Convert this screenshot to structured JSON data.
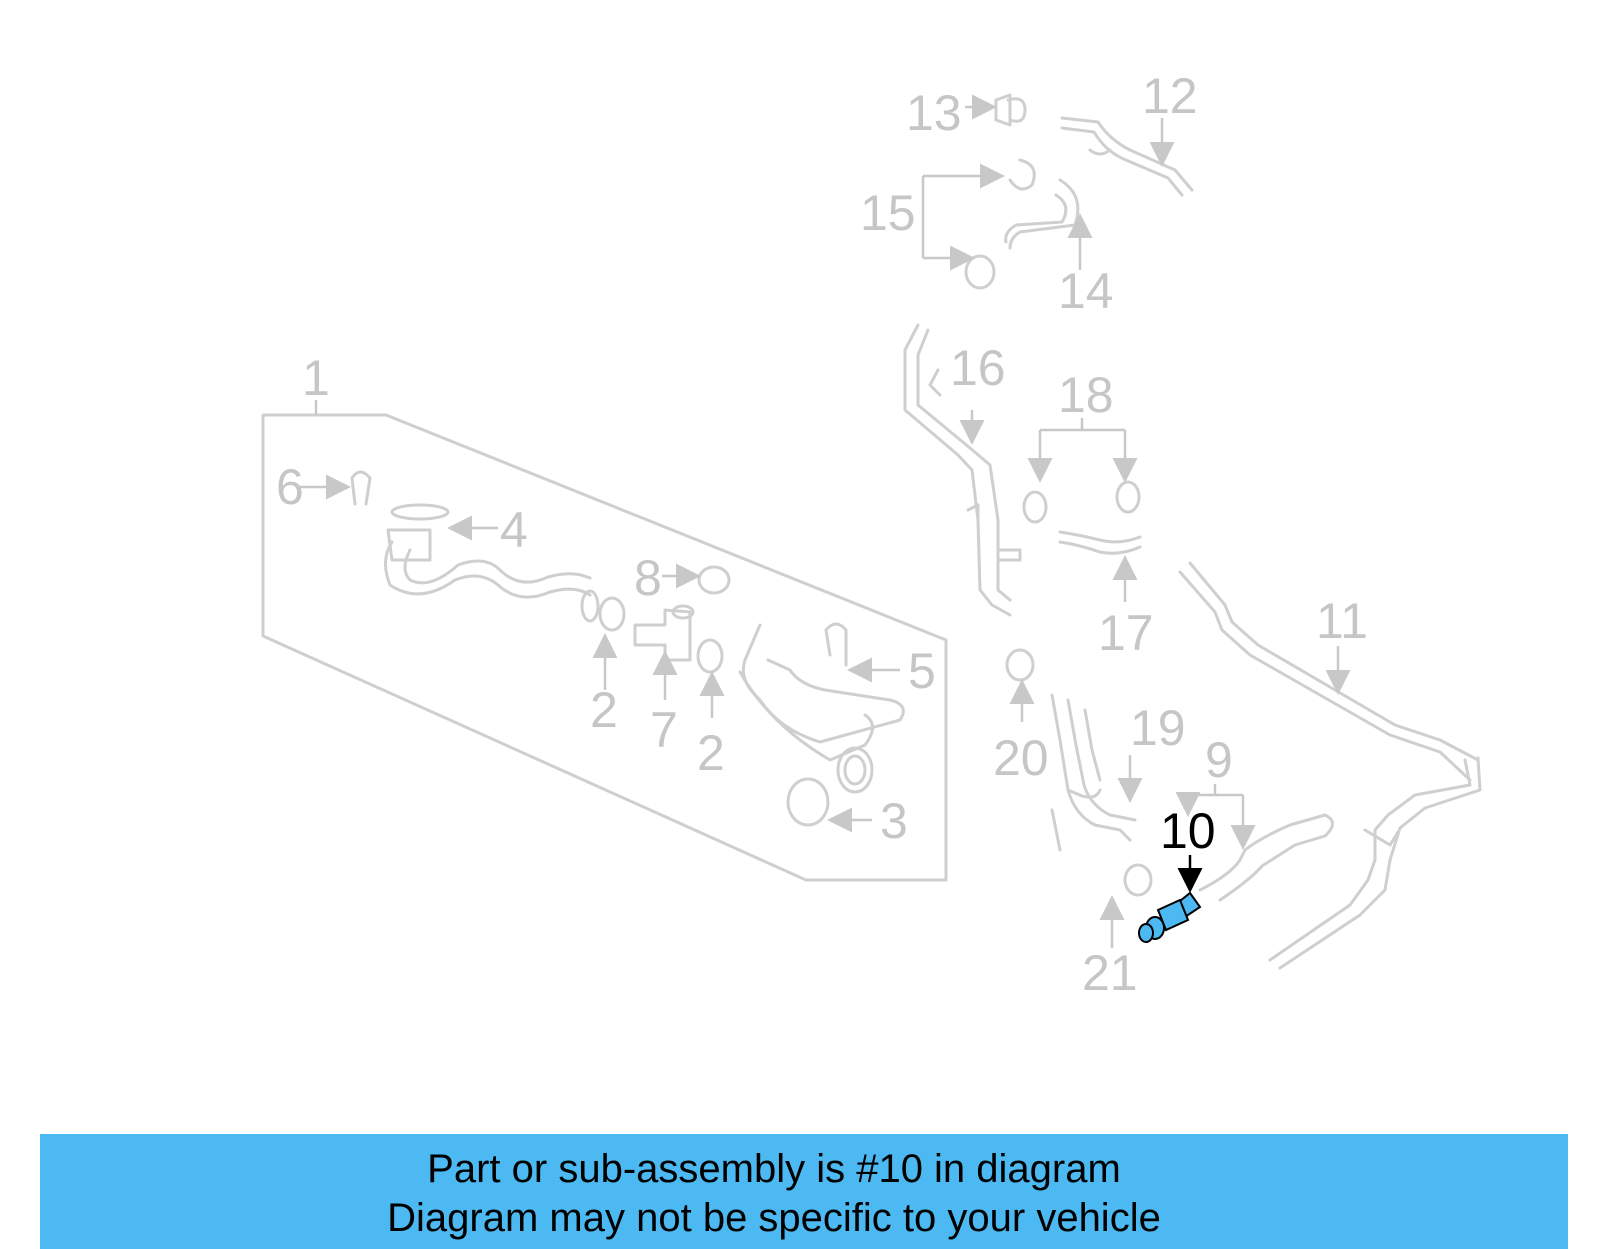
{
  "diagram": {
    "callouts": [
      {
        "id": "c1",
        "label": "1"
      },
      {
        "id": "c2a",
        "label": "2"
      },
      {
        "id": "c2b",
        "label": "2"
      },
      {
        "id": "c3",
        "label": "3"
      },
      {
        "id": "c4",
        "label": "4"
      },
      {
        "id": "c5",
        "label": "5"
      },
      {
        "id": "c6",
        "label": "6"
      },
      {
        "id": "c7",
        "label": "7"
      },
      {
        "id": "c8",
        "label": "8"
      },
      {
        "id": "c9",
        "label": "9"
      },
      {
        "id": "c10",
        "label": "10",
        "highlighted": true
      },
      {
        "id": "c11",
        "label": "11"
      },
      {
        "id": "c12",
        "label": "12"
      },
      {
        "id": "c13",
        "label": "13"
      },
      {
        "id": "c14",
        "label": "14"
      },
      {
        "id": "c15",
        "label": "15"
      },
      {
        "id": "c16",
        "label": "16"
      },
      {
        "id": "c17",
        "label": "17"
      },
      {
        "id": "c18",
        "label": "18"
      },
      {
        "id": "c19",
        "label": "19"
      },
      {
        "id": "c20",
        "label": "20"
      },
      {
        "id": "c21",
        "label": "21"
      }
    ],
    "colors": {
      "line": "#cfcfcf",
      "label": "#c6c6c6",
      "highlight_label": "#000000",
      "highlight_part": "#4db9f2",
      "banner": "#4db9f2"
    }
  },
  "banner": {
    "line1": "Part or sub-assembly is #10 in diagram",
    "line2": "Diagram may not be specific to your vehicle"
  }
}
